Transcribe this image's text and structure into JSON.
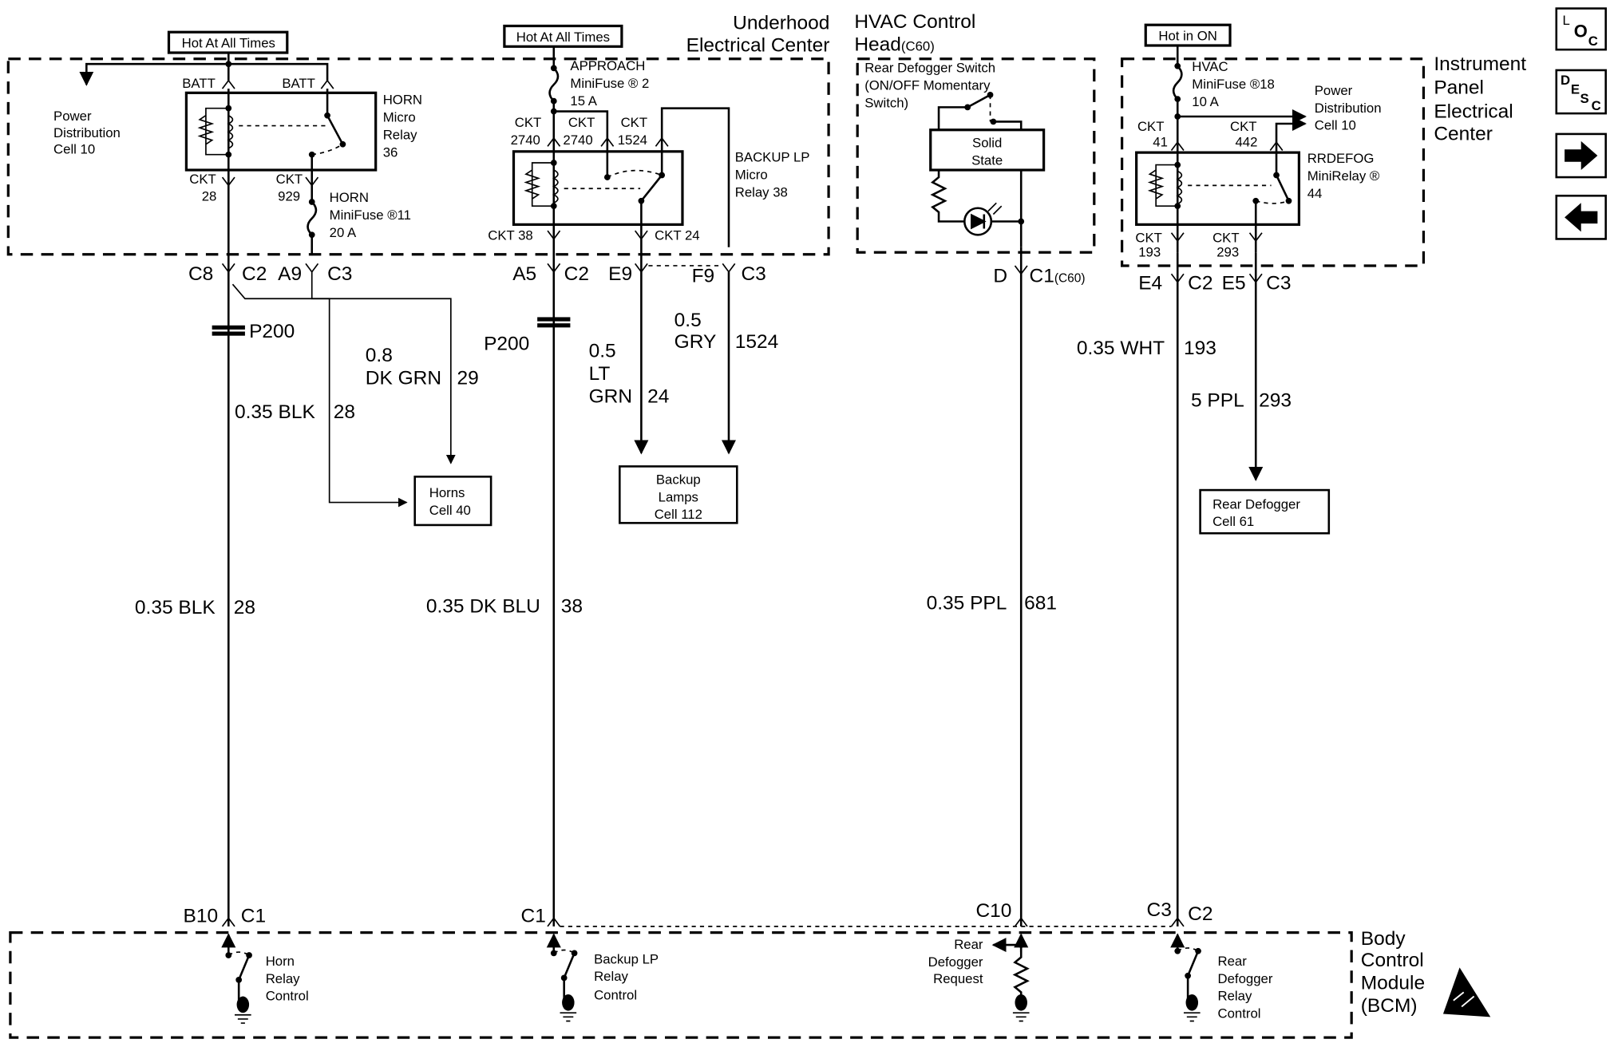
{
  "nav": {
    "loc": {
      "top": "L",
      "mid": "O",
      "bot": "C"
    },
    "desc": {
      "d": "D",
      "e": "E",
      "s": "S",
      "c": "C"
    },
    "next_icon": "right-arrow-icon",
    "prev_icon": "left-arrow-icon"
  },
  "underhood": {
    "title1": "Underhood",
    "title2": "Electrical Center",
    "hot1": "Hot At All Times",
    "hot2": "Hot At All Times",
    "batt1": "BATT",
    "batt2": "BATT",
    "pd": [
      "Power",
      "Distribution",
      "Cell 10"
    ],
    "horn_relay": [
      "HORN",
      "Micro",
      "Relay",
      "36"
    ],
    "ckt28": [
      "CKT",
      "28"
    ],
    "ckt929": [
      "CKT",
      "929"
    ],
    "horn_fuse": [
      "HORN",
      "MiniFuse",
      "11",
      "20 A"
    ],
    "approach_fuse": [
      "APPROACH",
      "MiniFuse",
      "2",
      "15 A"
    ],
    "ckt2740a": [
      "CKT",
      "2740"
    ],
    "ckt2740b": [
      "CKT",
      "2740"
    ],
    "ckt1524": [
      "CKT",
      "1524"
    ],
    "backup_relay": [
      "BACKUP LP",
      "Micro",
      "Relay 38"
    ],
    "ckt38": "CKT 38",
    "ckt24": "CKT 24",
    "registered": "®"
  },
  "connectors": {
    "c8": "C8",
    "c2a": "C2",
    "a9": "A9",
    "c3a": "C3",
    "a5": "A5",
    "c2b": "C2",
    "e9": "E9",
    "f9": "F9",
    "c3b": "C3",
    "d": "D",
    "c1c60": "C1",
    "c60": "(C60)",
    "e4": "E4",
    "c2c": "C2",
    "e5": "E5",
    "c3c": "C3",
    "b10": "B10",
    "c1a": "C1",
    "c1b": "C1",
    "c10": "C10",
    "c3d": "C3",
    "c2d": "C2",
    "p200a": "P200",
    "p200b": "P200"
  },
  "wires": {
    "dkgrn": [
      "0.8",
      "DK GRN",
      "29"
    ],
    "blk_upper": [
      "0.35 BLK",
      "28"
    ],
    "blk_lower": [
      "0.35 BLK",
      "28"
    ],
    "ltgrn": [
      "0.5",
      "LT",
      "GRN",
      "24"
    ],
    "gry": [
      "0.5",
      "GRY",
      "1524"
    ],
    "dkblu": [
      "0.35 DK BLU",
      "38"
    ],
    "ppl681": [
      "0.35 PPL",
      "681"
    ],
    "wht": [
      "0.35 WHT",
      "193"
    ],
    "ppl293": [
      "5 PPL",
      "293"
    ]
  },
  "destinations": {
    "horns": [
      "Horns",
      "Cell 40"
    ],
    "backup_lamps": [
      "Backup",
      "Lamps",
      "Cell 112"
    ],
    "rear_defogger": [
      "Rear Defogger",
      "Cell 61"
    ]
  },
  "hvac": {
    "title1": "HVAC Control",
    "title2": "Head",
    "title_conn": "(C60)",
    "switch": [
      "Rear Defogger Switch",
      "(ON/OFF Momentary",
      "Switch)"
    ],
    "solid_state": [
      "Solid",
      "State"
    ]
  },
  "ipec": {
    "title": [
      "Instrument",
      "Panel",
      "Electrical",
      "Center"
    ],
    "hot": "Hot in ON",
    "fuse": [
      "HVAC",
      "MiniFuse",
      "18",
      "10 A"
    ],
    "pd": [
      "Power",
      "Distribution",
      "Cell 10"
    ],
    "ckt41": [
      "CKT",
      "41"
    ],
    "ckt442": [
      "CKT",
      "442"
    ],
    "relay": [
      "RRDEFOG",
      "MiniRelay",
      "44"
    ],
    "ckt193": [
      "CKT",
      "193"
    ],
    "ckt293": [
      "CKT",
      "293"
    ]
  },
  "bcm": {
    "title": [
      "Body",
      "Control",
      "Module",
      "(BCM)"
    ],
    "horn": [
      "Horn",
      "Relay",
      "Control"
    ],
    "backup": [
      "Backup LP",
      "Relay",
      "Control"
    ],
    "request": [
      "Rear",
      "Defogger",
      "Request"
    ],
    "defog_relay": [
      "Rear",
      "Defogger",
      "Relay",
      "Control"
    ],
    "esd_icon": "electrostatic-discharge-warning-icon"
  }
}
